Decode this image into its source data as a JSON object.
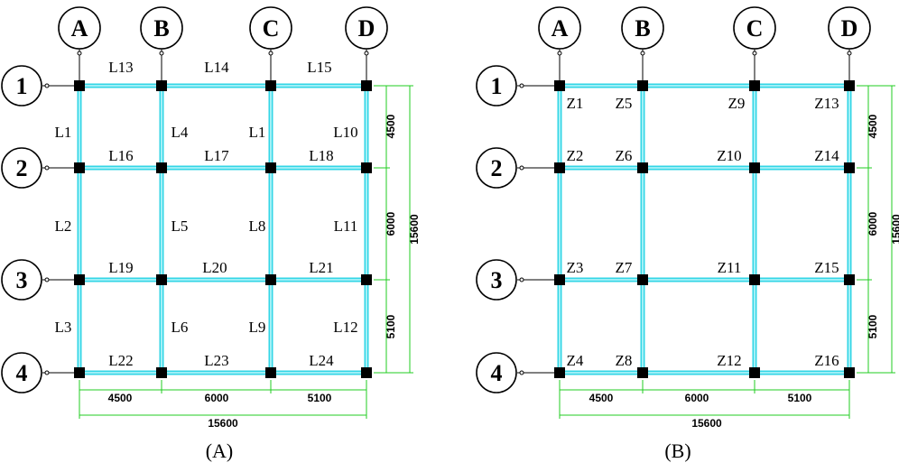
{
  "panels": [
    {
      "id": "A",
      "caption": "(A)",
      "column_axes": [
        "A",
        "B",
        "C",
        "D"
      ],
      "row_axes": [
        "1",
        "2",
        "3",
        "4"
      ],
      "element_labels": [
        "L13",
        "L14",
        "L15",
        "L1",
        "L4",
        "L1",
        "L10",
        "L16",
        "L17",
        "L18",
        "L2",
        "L5",
        "L8",
        "L11",
        "L19",
        "L20",
        "L21",
        "L3",
        "L6",
        "L9",
        "L12",
        "L22",
        "L23",
        "L24"
      ],
      "horizontal_dims": [
        "4500",
        "6000",
        "5100"
      ],
      "horizontal_total": "15600",
      "vertical_dims": [
        "4500",
        "6000",
        "5100"
      ],
      "vertical_total": "15600"
    },
    {
      "id": "B",
      "caption": "(B)",
      "column_axes": [
        "A",
        "B",
        "C",
        "D"
      ],
      "row_axes": [
        "1",
        "2",
        "3",
        "4"
      ],
      "element_labels": [
        "Z1",
        "Z5",
        "Z9",
        "Z13",
        "Z2",
        "Z6",
        "Z10",
        "Z14",
        "Z3",
        "Z7",
        "Z11",
        "Z15",
        "Z4",
        "Z8",
        "Z12",
        "Z16"
      ],
      "horizontal_dims": [
        "4500",
        "6000",
        "5100"
      ],
      "horizontal_total": "15600",
      "vertical_dims": [
        "4500",
        "6000",
        "5100"
      ],
      "vertical_total": "15600"
    }
  ],
  "colors": {
    "beam": "#33d6e6",
    "dimension": "#22cc22",
    "column": "#000000"
  }
}
